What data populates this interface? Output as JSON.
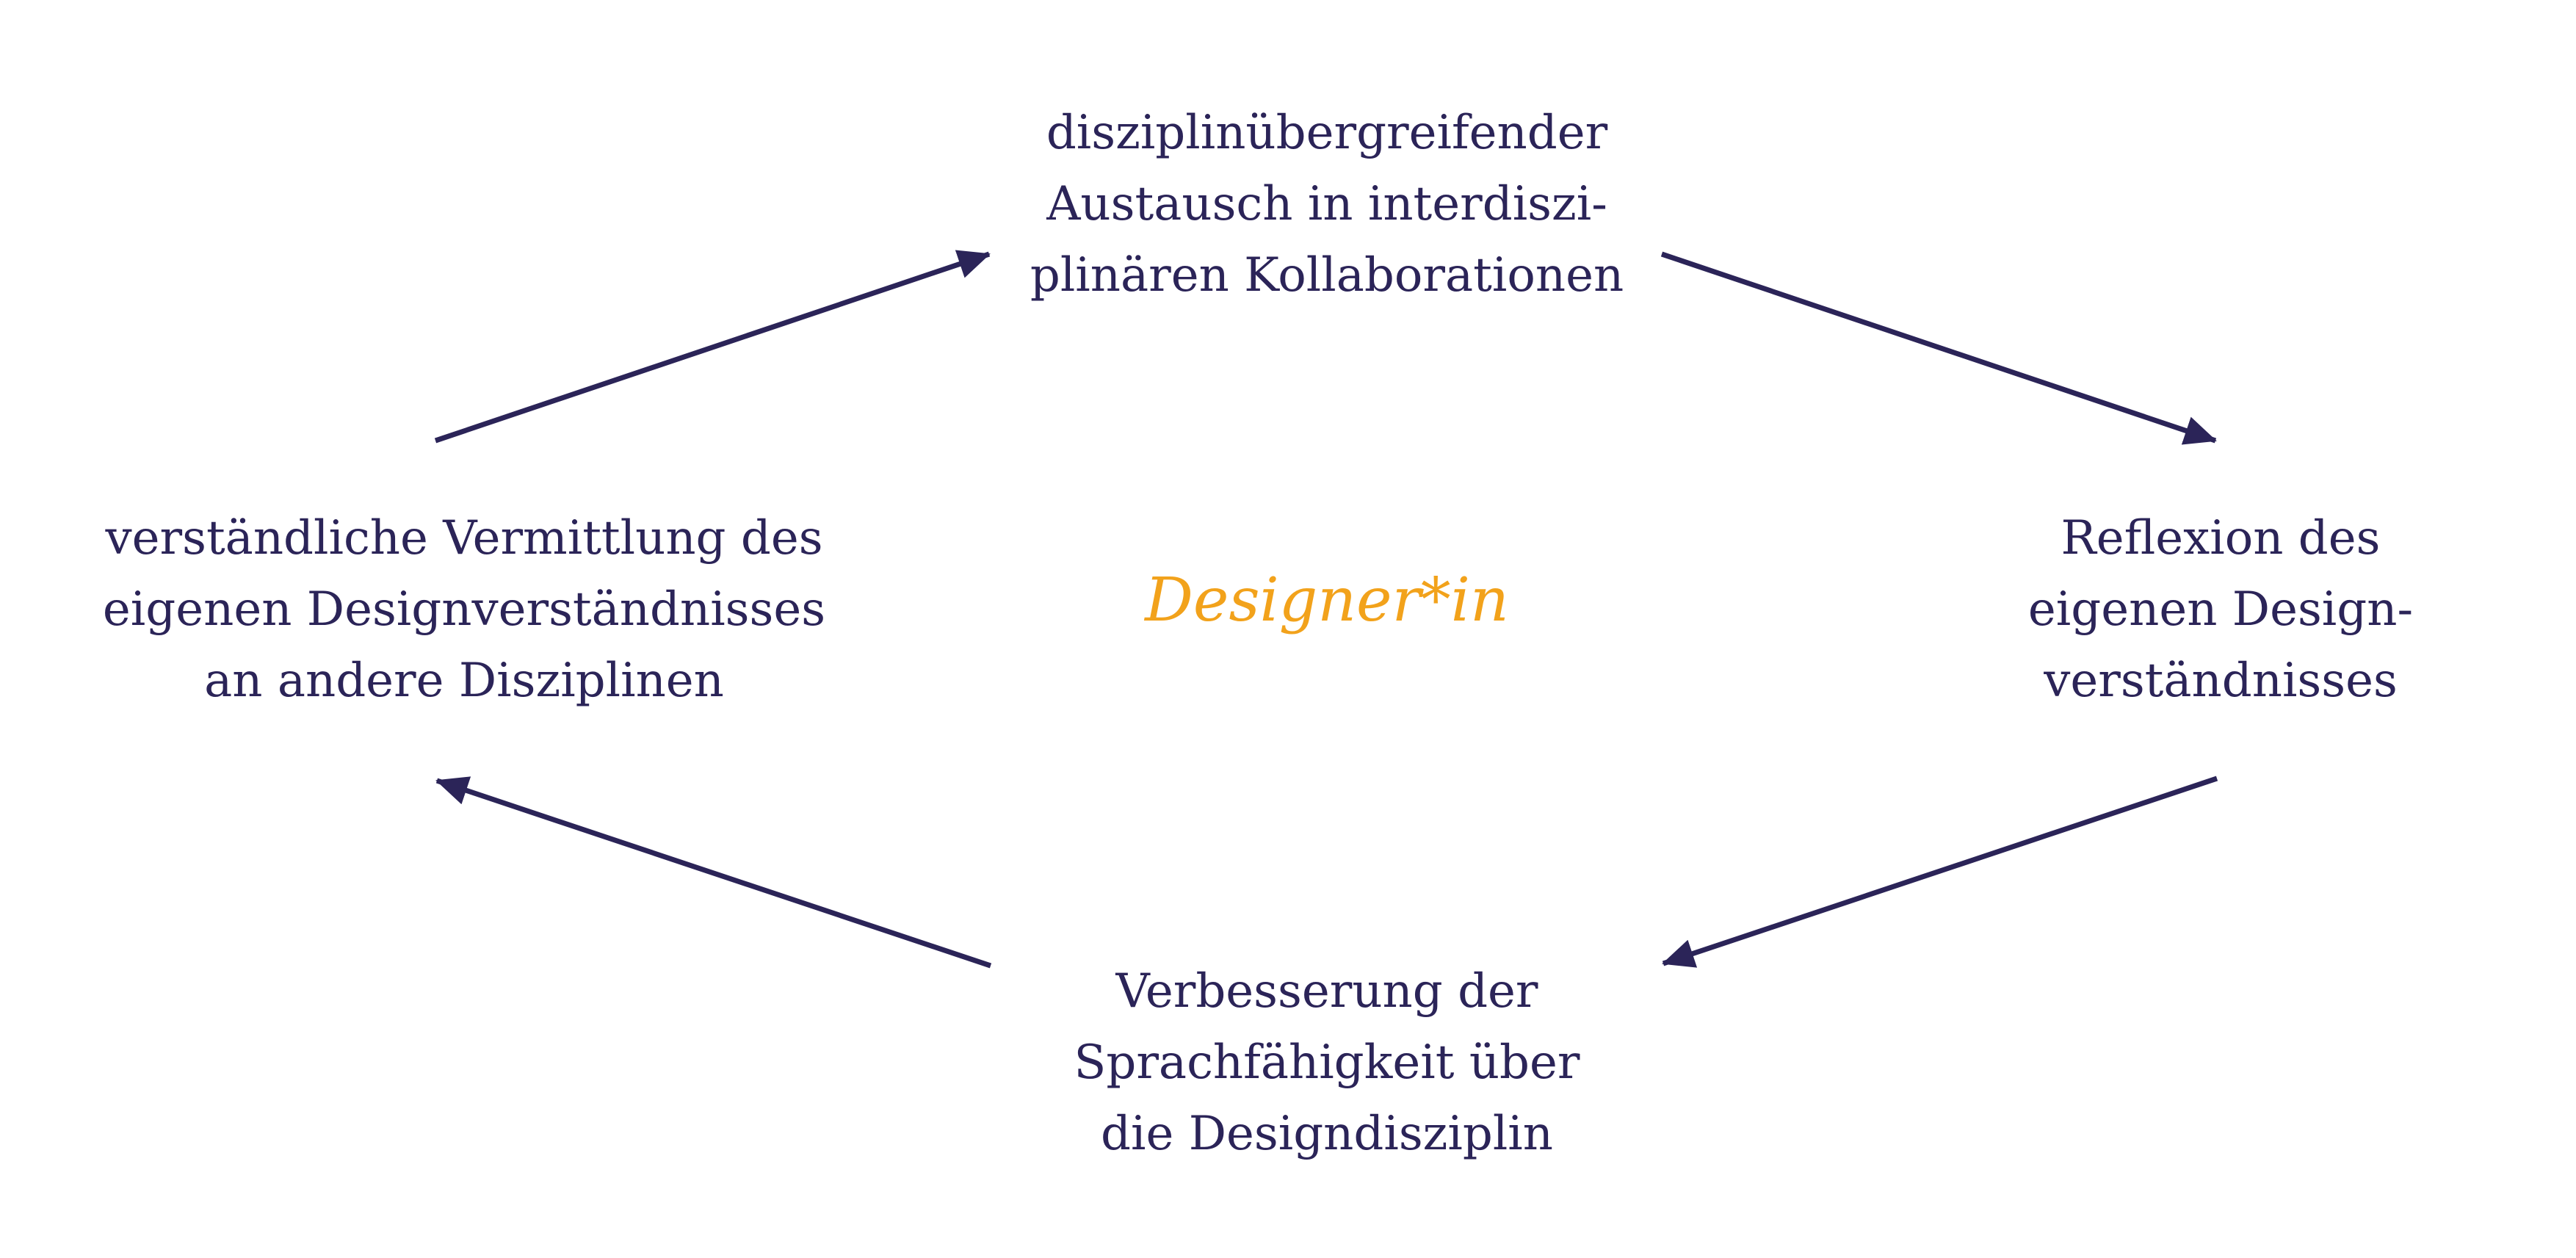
{
  "colors": {
    "text": "#2b2458",
    "arrow": "#2b2458",
    "accent": "#f2a21b",
    "background": "#ffffff"
  },
  "center": {
    "label": "Designer*in"
  },
  "nodes": {
    "top": {
      "lines": [
        "disziplinübergreifender",
        "Austausch in interdiszi-",
        "plinären Kollaborationen"
      ]
    },
    "right": {
      "lines": [
        "Reflexion des",
        "eigenen Design-",
        "verständnisses"
      ]
    },
    "bottom": {
      "lines": [
        "Verbesserung der",
        "Sprachfähigkeit über",
        "die Designdisziplin"
      ]
    },
    "left": {
      "lines": [
        "verständliche Vermittlung des",
        "eigenen Designverständnisses",
        "an andere Disziplinen"
      ]
    }
  },
  "cycle": [
    "left",
    "top",
    "right",
    "bottom",
    "left"
  ]
}
